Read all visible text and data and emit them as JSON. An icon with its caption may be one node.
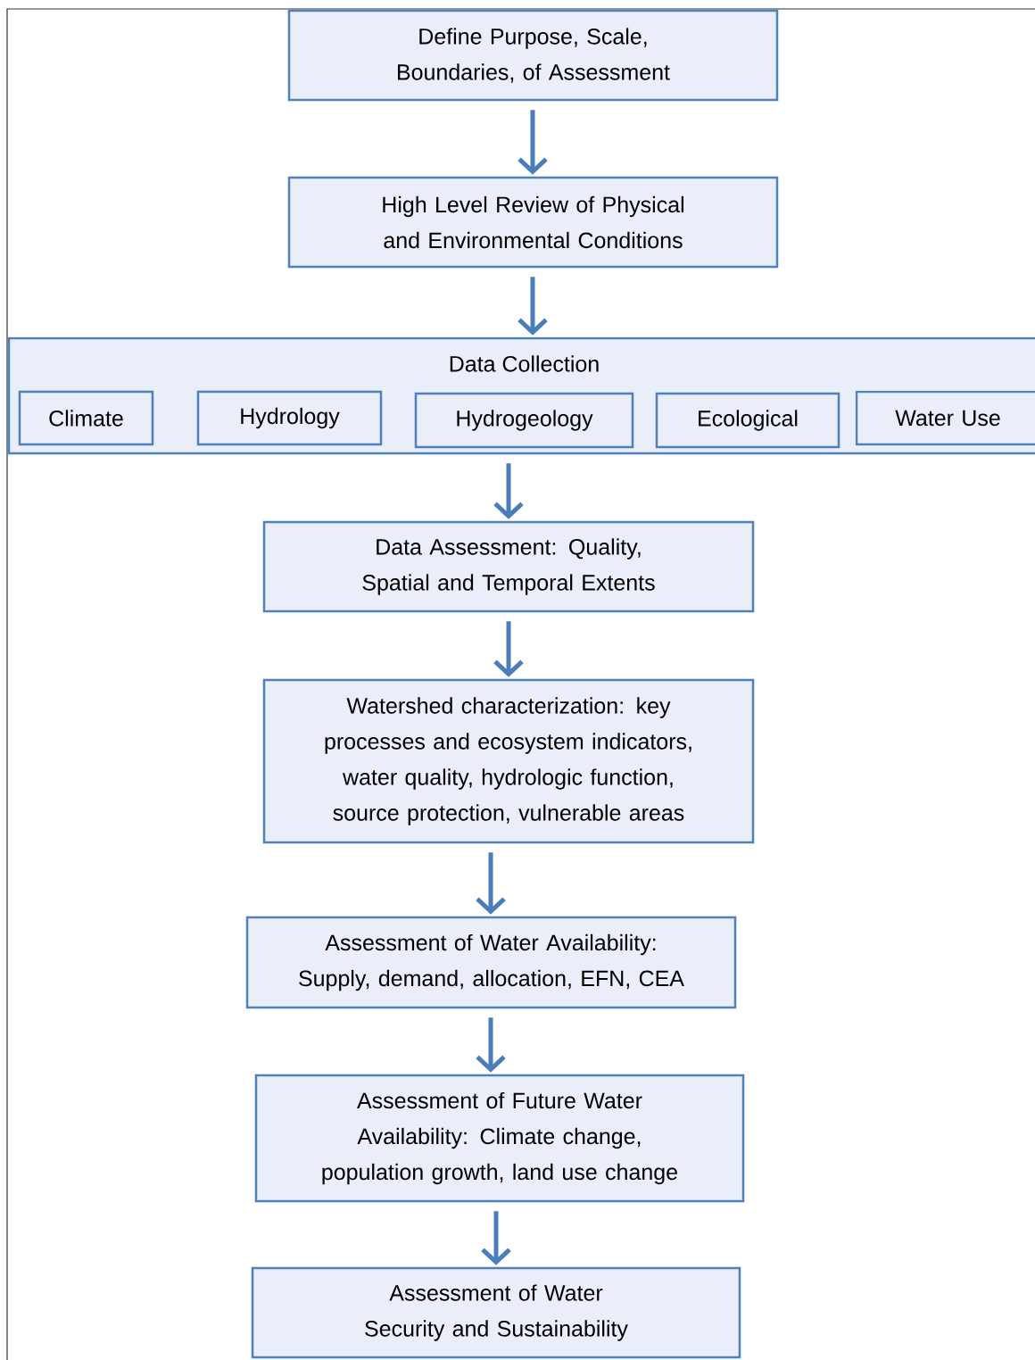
{
  "diagram": {
    "nodes": [
      {
        "text": [
          "Define Purpose, Scale, Boundaries, of Assessment"
        ]
      },
      {
        "text": [
          "High Level Review of Physical and Environmental Conditions"
        ]
      },
      {
        "text": [
          "Data Collection"
        ]
      },
      {
        "text": [
          "Climate"
        ],
        "in": 2
      },
      {
        "text": [
          "Hydrology"
        ],
        "in": 2
      },
      {
        "text": [
          "Hydrogeology"
        ],
        "in": 2
      },
      {
        "text": [
          "Ecological"
        ],
        "in": 2
      },
      {
        "text": [
          "Water Use"
        ],
        "in": 2
      },
      {
        "text": [
          "Data Assessment:  Quality, Spatial and Temporal Extents"
        ]
      },
      {
        "text": [
          "Watershed characterization:  key processes and ecosystem indicators, water quality, hydrologic function, source protection, vulnerable areas"
        ]
      },
      {
        "text": [
          "Assessment of Water Availability: Supply, demand, allocation, EFN, CEA"
        ]
      },
      {
        "text": [
          "Assessment of Future Water Availability:  Climate change, population growth, land use change"
        ]
      },
      {
        "text": [
          "Assessment of Water Security and Sustainability"
        ]
      }
    ],
    "edges": [
      {
        "from": 0,
        "to": 1,
        "arrow": "to"
      },
      {
        "from": 1,
        "to": 2,
        "arrow": "to"
      },
      {
        "from": 2,
        "to": 8,
        "arrow": "to"
      },
      {
        "from": 8,
        "to": 9,
        "arrow": "to"
      },
      {
        "from": 9,
        "to": 10,
        "arrow": "to"
      },
      {
        "from": 10,
        "to": 11,
        "arrow": "to"
      },
      {
        "from": 11,
        "to": 12,
        "arrow": "to"
      }
    ]
  }
}
